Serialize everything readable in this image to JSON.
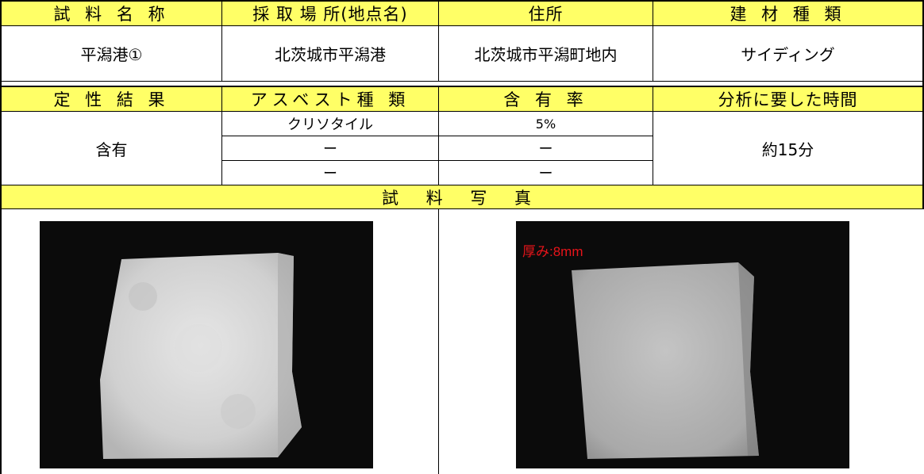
{
  "headers_top": [
    "試 料 名 称",
    "採 取 場 所(地点名)",
    "住所",
    "建 材 種 類"
  ],
  "sample": {
    "name": "平潟港①",
    "location": "北茨城市平潟港",
    "address": "北茨城市平潟町地内",
    "material": "サイディング"
  },
  "headers_result": [
    "定 性 結 果",
    "アスベスト種 類",
    "含 有 率",
    "分析に要した時間"
  ],
  "result": {
    "qualitative": "含有",
    "asbestos_types": [
      "クリソタイル",
      "ー",
      "ー"
    ],
    "content_rates": [
      "5%",
      "ー",
      "ー"
    ],
    "analysis_time": "約15分"
  },
  "photo_section_title": "試 料 写 真",
  "photos": {
    "left_alt": "sample photo front",
    "right_caption": "厚み:8mm"
  },
  "colors": {
    "header_bg": "#ffff66",
    "caption_red": "#e8141a",
    "photo_bg": "#0b0b0b"
  }
}
